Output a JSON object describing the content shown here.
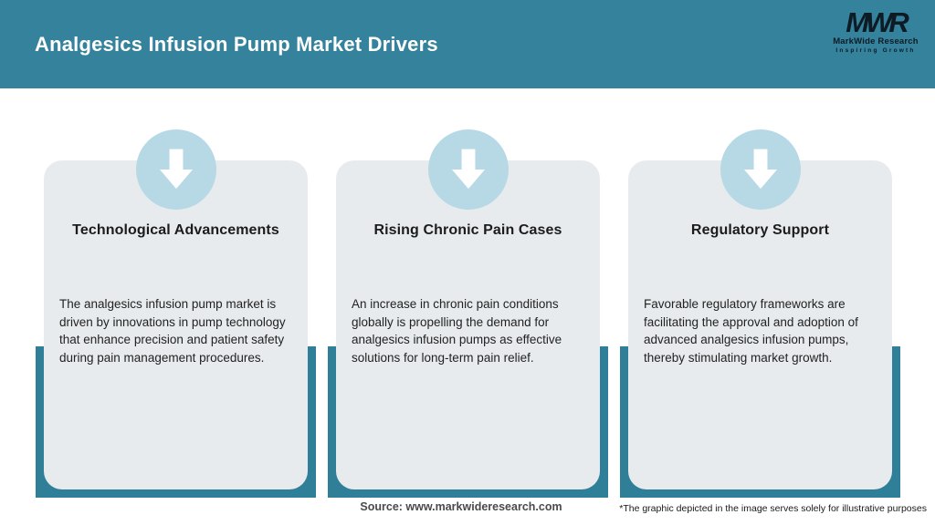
{
  "header": {
    "title": "Analgesics Infusion Pump Market Drivers",
    "logo": {
      "monogram": "MWR",
      "name": "MarkWide Research",
      "tagline": "Inspiring Growth"
    }
  },
  "cards": [
    {
      "icon": "down-arrow-icon",
      "title": "Technological Advancements",
      "body": "The analgesics infusion pump market is driven by innovations in pump technology that enhance precision and patient safety during pain management procedures."
    },
    {
      "icon": "down-arrow-icon",
      "title": "Rising Chronic Pain Cases",
      "body": "An increase in chronic pain conditions globally is propelling the demand for analgesics infusion pumps as effective solutions for long-term pain relief."
    },
    {
      "icon": "down-arrow-icon",
      "title": "Regulatory Support",
      "body": "Favorable regulatory frameworks are facilitating the approval and adoption of advanced analgesics infusion pumps, thereby stimulating market growth."
    }
  ],
  "footer": {
    "source": "Source: www.markwideresearch.com",
    "disclaimer": "*The graphic depicted in the image serves solely for illustrative purposes"
  },
  "colors": {
    "header_teal": "#35829c",
    "backing_teal": "#2f7f99",
    "circle_blue": "#b7d9e5",
    "card_gray": "#e8ebed",
    "arrow_white": "#ffffff",
    "logo_black": "#0d1b24"
  }
}
